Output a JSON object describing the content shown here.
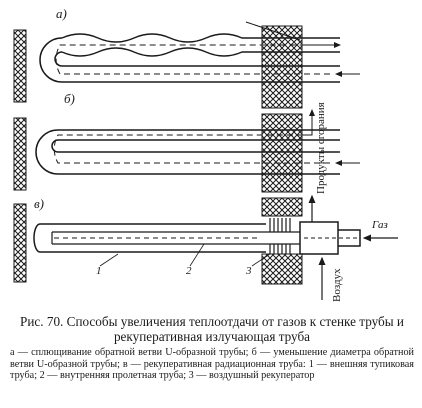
{
  "figure": {
    "labels": {
      "a": "а)",
      "b": "б)",
      "c": "в)",
      "gas": "Газ",
      "products": "Продукты сгорания",
      "air": "Воздух",
      "part1": "1",
      "part2": "2",
      "part3": "3"
    }
  },
  "caption": {
    "title": "Рис. 70. Способы увеличения теплоотдачи от газов к стенке трубы и рекуперативная излучающая труба",
    "legend": "а — сплющивание обратной ветви U-образной трубы; б — уменьшение диаметра обратной ветви U-образной трубы; в — рекуперативная радиационная труба: 1 — внешняя тупиковая труба; 2 — внутренняя пролетная труба; 3 — воздушный рекуператор"
  }
}
